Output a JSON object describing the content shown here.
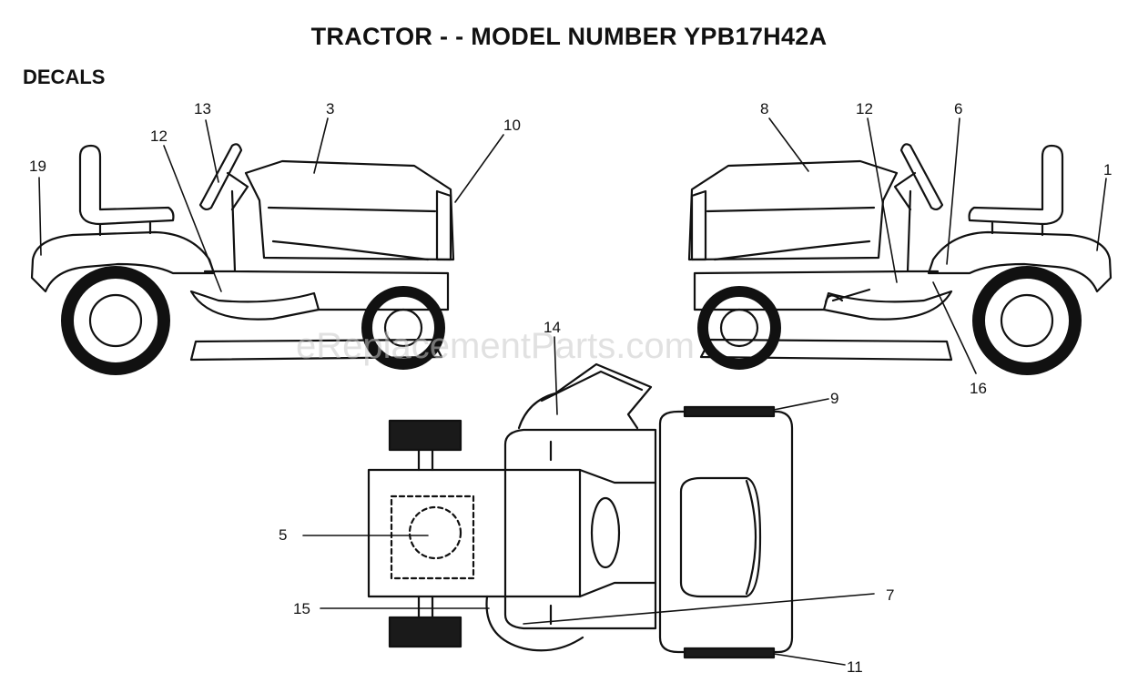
{
  "title": "TRACTOR - - MODEL NUMBER YPB17H42A",
  "section": "DECALS",
  "watermark": "eReplacementParts.com",
  "callouts": [
    "1",
    "3",
    "5",
    "6",
    "7",
    "8",
    "9",
    "10",
    "11",
    "12",
    "12",
    "13",
    "14",
    "15",
    "16",
    "19"
  ],
  "colors": {
    "line": "#111111",
    "wheel": "#1a1a1a",
    "background": "#ffffff"
  }
}
